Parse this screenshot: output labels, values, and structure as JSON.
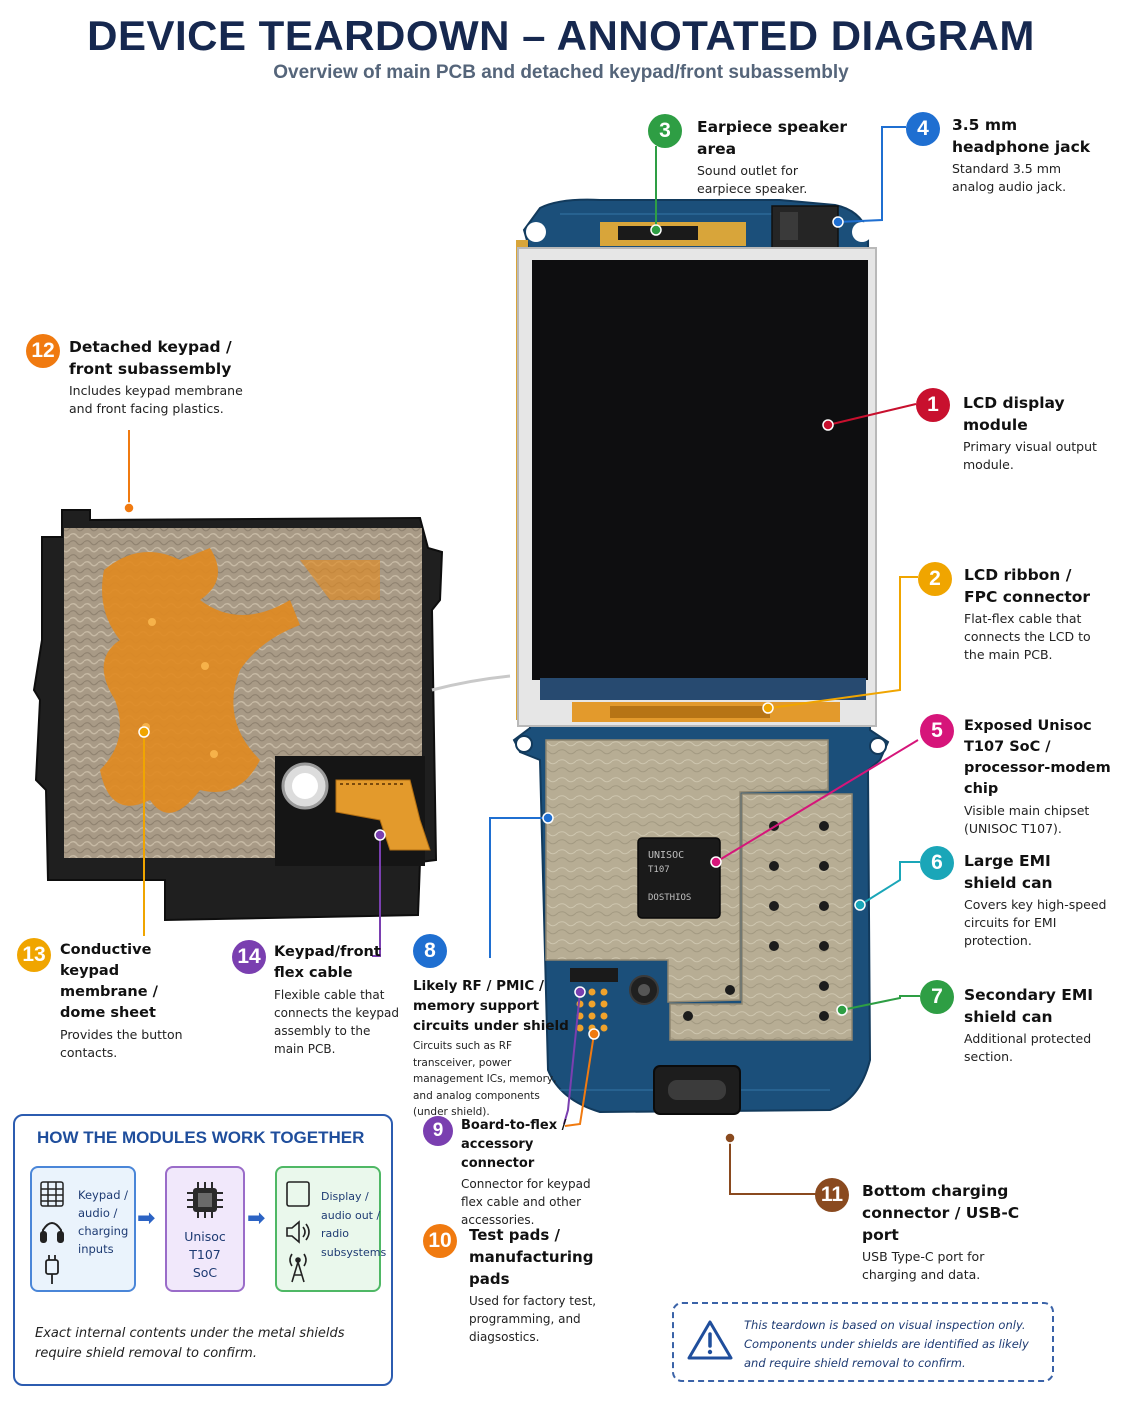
{
  "header": {
    "title": "DEVICE TEARDOWN – ANNOTATED DIAGRAM",
    "subtitle": "Overview of main PCB and detached keypad/front subassembly"
  },
  "colors": {
    "red": "#c8102e",
    "amber": "#f0a500",
    "green": "#2e9e44",
    "blue": "#1f6fd1",
    "magenta": "#d6157a",
    "teal": "#1aa6b8",
    "purple": "#7a3fb0",
    "orange": "#f07a10",
    "brown": "#8a4a1f",
    "navy": "#16284f"
  },
  "callouts": [
    {
      "num": "1",
      "title": "LCD display module",
      "desc": "Primary visual output module."
    },
    {
      "num": "2",
      "title": "LCD ribbon / FPC connector",
      "desc": "Flat-flex cable that connects the LCD to the main PCB."
    },
    {
      "num": "3",
      "title": "Earpiece speaker area",
      "desc": "Sound outlet for earpiece speaker."
    },
    {
      "num": "4",
      "title": "3.5 mm headphone jack",
      "desc": "Standard 3.5 mm analog audio jack."
    },
    {
      "num": "5",
      "title": "Exposed Unisoc T107 SoC / processor-modem chip",
      "desc": "Visible main chipset (UNISOC T107)."
    },
    {
      "num": "6",
      "title": "Large EMI shield can",
      "desc": "Covers key high-speed circuits for EMI protection."
    },
    {
      "num": "7",
      "title": "Secondary EMI shield can",
      "desc": "Additional protected section."
    },
    {
      "num": "8",
      "title": "Likely RF / PMIC / memory support circuits under shield",
      "desc": "Circuits such as RF transceiver, power management ICs, memory, and analog components (under shield)."
    },
    {
      "num": "9",
      "title": "Board-to-flex / accessory connector",
      "desc": "Connector for keypad flex cable and other accessories."
    },
    {
      "num": "10",
      "title": "Test pads / manufacturing pads",
      "desc": "Used for factory test, programming, and diagsostics."
    },
    {
      "num": "11",
      "title": "Bottom charging connector / USB-C port",
      "desc": "USB Type-C port for charging and data."
    },
    {
      "num": "12",
      "title": "Detached keypad / front subassembly",
      "desc": "Includes keypad membrane and front facing plastics."
    },
    {
      "num": "13",
      "title": "Conductive keypad membrane / dome sheet",
      "desc": "Provides the button contacts."
    },
    {
      "num": "14",
      "title": "Keypad/front flex cable",
      "desc": "Flexible cable that connects the keypad assembly to the main PCB."
    }
  ],
  "how_it_works": {
    "title": "HOW THE MODULES WORK TOGETHER",
    "inputs_label": [
      "Keypad /",
      "audio /",
      "charging",
      "inputs"
    ],
    "soc_label": [
      "Unisoc",
      "T107",
      "SoC"
    ],
    "outputs_label": [
      "Display /",
      "audio out /",
      "radio",
      "subsystems"
    ],
    "note": "Exact internal contents under the metal shields require shield removal to confirm.",
    "icons": [
      "keypad-icon",
      "headphones-icon",
      "usb-plug-icon",
      "chip-icon",
      "display-icon",
      "speaker-icon",
      "antenna-icon",
      "arrow-right-icon"
    ]
  },
  "disclaimer": {
    "text": "This teardown is based on visual inspection only. Components under shields are identified as likely and require shield removal to confirm.",
    "icon": "warning-icon"
  },
  "chip_marking": [
    "UNISOC",
    "T107",
    "DOSTHIOS"
  ]
}
